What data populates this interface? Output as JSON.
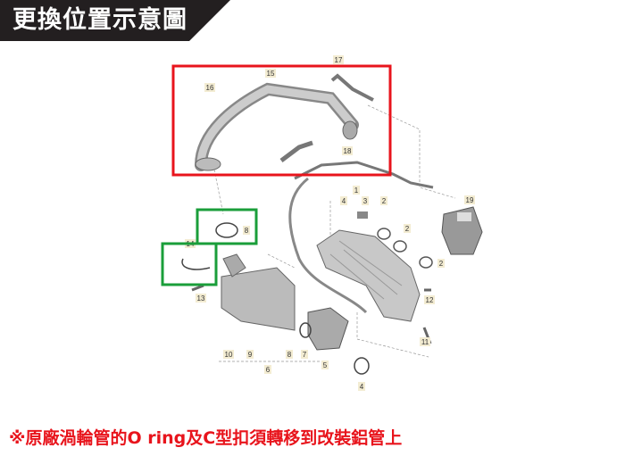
{
  "header": {
    "title": "更換位置示意圖"
  },
  "caption": "※原廠渦輪管的O ring及C型扣須轉移到改裝鋁管上",
  "colors": {
    "banner": "#231f20",
    "highlight_red": "#e8141c",
    "highlight_green": "#1a9e3a",
    "caption": "#e8141c"
  },
  "diagram": {
    "part_labels": [
      "17",
      "15",
      "16",
      "18",
      "1",
      "4",
      "3",
      "2",
      "19",
      "8",
      "2",
      "2",
      "14",
      "13",
      "12",
      "11",
      "10",
      "9",
      "8",
      "7",
      "6",
      "5",
      "4"
    ]
  }
}
